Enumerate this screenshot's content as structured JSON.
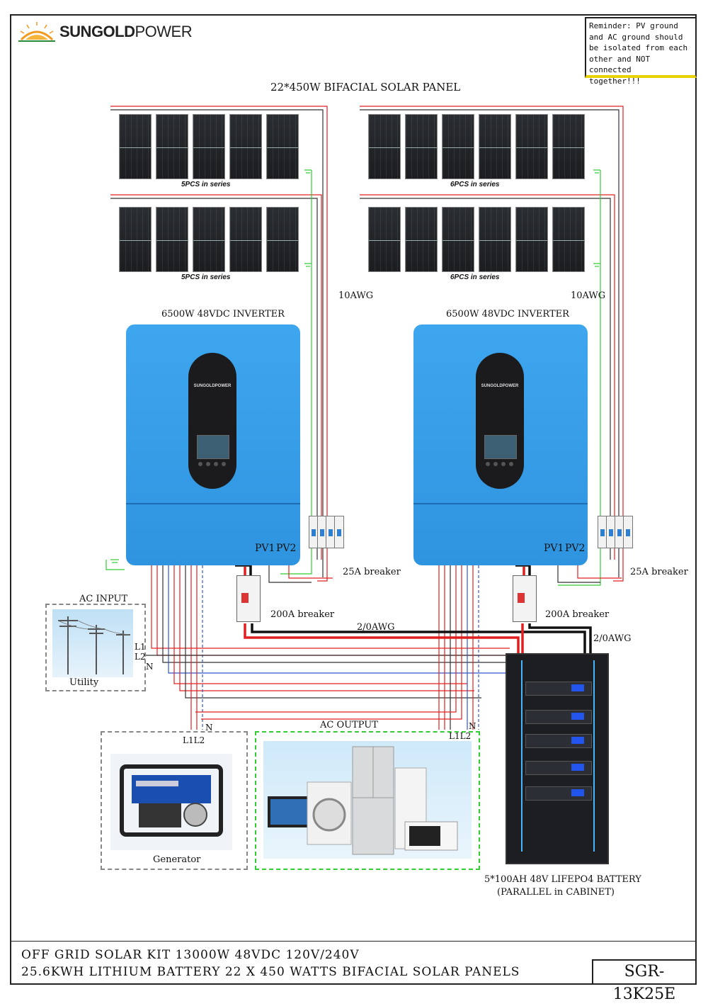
{
  "brand": {
    "name_bold": "SUNGOLD",
    "name_light": "POWER",
    "inverter_brand": "SUNGOLDPOWER"
  },
  "reminder": [
    "Reminder: PV ground",
    "and AC ground should",
    "be isolated from each",
    "other and NOT connected",
    "together!!!"
  ],
  "solar": {
    "title": "22*450W BIFACIAL SOLAR PANEL",
    "strings": [
      "5PCS in series",
      "6PCS in series",
      "5PCS in series",
      "6PCS in series"
    ],
    "wire_label": "10AWG"
  },
  "inverter": {
    "label": "6500W 48VDC INVERTER",
    "pv1": "PV1",
    "pv2": "PV2"
  },
  "breakers": {
    "pv": "25A breaker",
    "battery": "200A breaker",
    "battery_wire": "2/0AWG"
  },
  "ac_input": {
    "title": "AC INPUT",
    "caption": "Utility",
    "l1": "L1",
    "l2": "L2",
    "n": "N"
  },
  "generator": {
    "caption": "Generator",
    "l1l2": "L1L2",
    "n": "N"
  },
  "ac_output": {
    "title": "AC OUTPUT",
    "l1l2": "L1L2",
    "n": "N"
  },
  "battery": {
    "line1": "5*100AH 48V LIFEPO4 BATTERY",
    "line2": "(PARALLEL in CABINET)"
  },
  "footer": {
    "line1": "OFF GRID SOLAR KIT 13000W 48VDC 120V/240V",
    "line2": "25.6KWH LITHIUM BATTERY 22 X 450 WATTS BIFACIAL SOLAR PANELS",
    "code": "SGR-13K25E"
  },
  "colors": {
    "positive": "#e02020",
    "negative": "#111111",
    "ground": "#33cc33",
    "inverter": "#3ea6ee",
    "ac_blue": "#3355cc"
  }
}
